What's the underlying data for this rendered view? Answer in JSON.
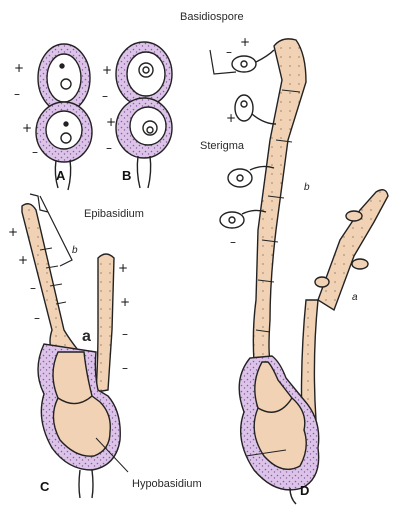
{
  "labels": {
    "basidiospore": "Basidiospore",
    "sterigma": "Sterigma",
    "epibasidium": "Epibasidium",
    "hypobasidium": "Hypobasidium"
  },
  "panels": {
    "a": "A",
    "b": "B",
    "c": "C",
    "d": "D"
  },
  "small_letters": {
    "c_b": "b",
    "c_a": "a",
    "d_b": "b",
    "d_a": "a"
  },
  "marks": {
    "plus": "+",
    "minus": "–"
  },
  "colors": {
    "spore_fill": "#dcc3e8",
    "spore_dot": "#8a5aa3",
    "hypha_fill": "#f1d2b4",
    "outline": "#222222"
  }
}
